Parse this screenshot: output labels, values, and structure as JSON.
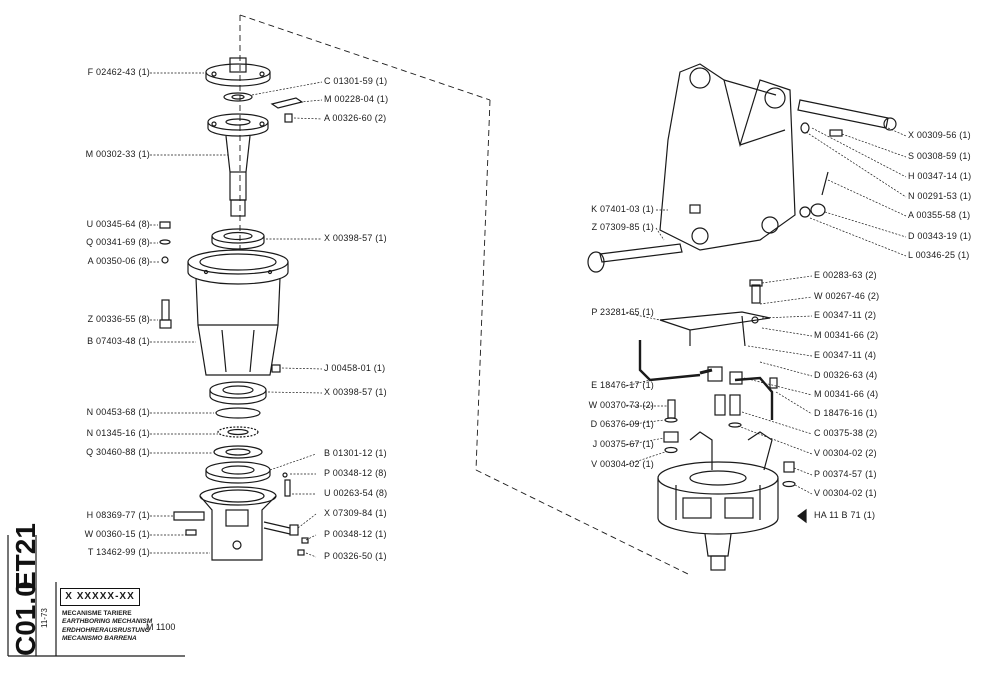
{
  "sheet": {
    "code_primary": "ET21",
    "code_secondary": "C01.0",
    "date": "11-73",
    "ref_code": "X XXXXX-XX",
    "descriptions": [
      "MECANISME TARIERE",
      "EARTHBORING MECHANISM",
      "ERDHOHRERAUSRUSTUNG",
      "MECANISMO BARRENA"
    ],
    "model": "M 1100"
  },
  "left_assembly_labels": [
    "F 02462-43 (1)",
    "M 00302-33 (1)",
    "U 00345-64 (8)",
    "Q 00341-69 (8)",
    "A 00350-06 (8)",
    "Z 00336-55 (8)",
    "B 07403-48 (1)",
    "N 00453-68 (1)",
    "N 01345-16 (1)",
    "Q 30460-88 (1)",
    "H 08369-77 (1)",
    "W 00360-15 (1)",
    "T 13462-99 (1)"
  ],
  "center_assembly_labels": [
    "C 01301-59 (1)",
    "M 00228-04 (1)",
    "A 00326-60 (2)",
    "X 00398-57 (1)",
    "J 00458-01 (1)",
    "X 00398-57 (1)",
    "B 01301-12 (1)",
    "P 00348-12 (8)",
    "U 00263-54 (8)",
    "X 07309-84 (1)",
    "P 00348-12 (1)",
    "P 00326-50 (1)"
  ],
  "right_left_labels": [
    "K 07401-03 (1)",
    "Z 07309-85 (1)",
    "P 23281-65 (1)",
    "E 18476-17 (1)",
    "W 00370-73 (2)",
    "D 06376-09 (1)",
    "J 00375-67 (1)",
    "V 00304-02 (1)"
  ],
  "right_right_labels": [
    "X 00309-56 (1)",
    "S 00308-59 (1)",
    "H 00347-14 (1)",
    "N 00291-53 (1)",
    "A 00355-58 (1)",
    "D 00343-19 (1)",
    "L 00346-25 (1)",
    "E 00283-63 (2)",
    "W 00267-46 (2)",
    "E 00347-11 (2)",
    "M 00341-66 (2)",
    "E 00347-11 (4)",
    "D 00326-63 (4)",
    "M 00341-66 (4)",
    "D 18476-16 (1)",
    "C 00375-38 (2)",
    "V 00304-02 (2)",
    "P 00374-57 (1)",
    "V 00304-02 (1)",
    "HA 11 B 71    (1)"
  ]
}
